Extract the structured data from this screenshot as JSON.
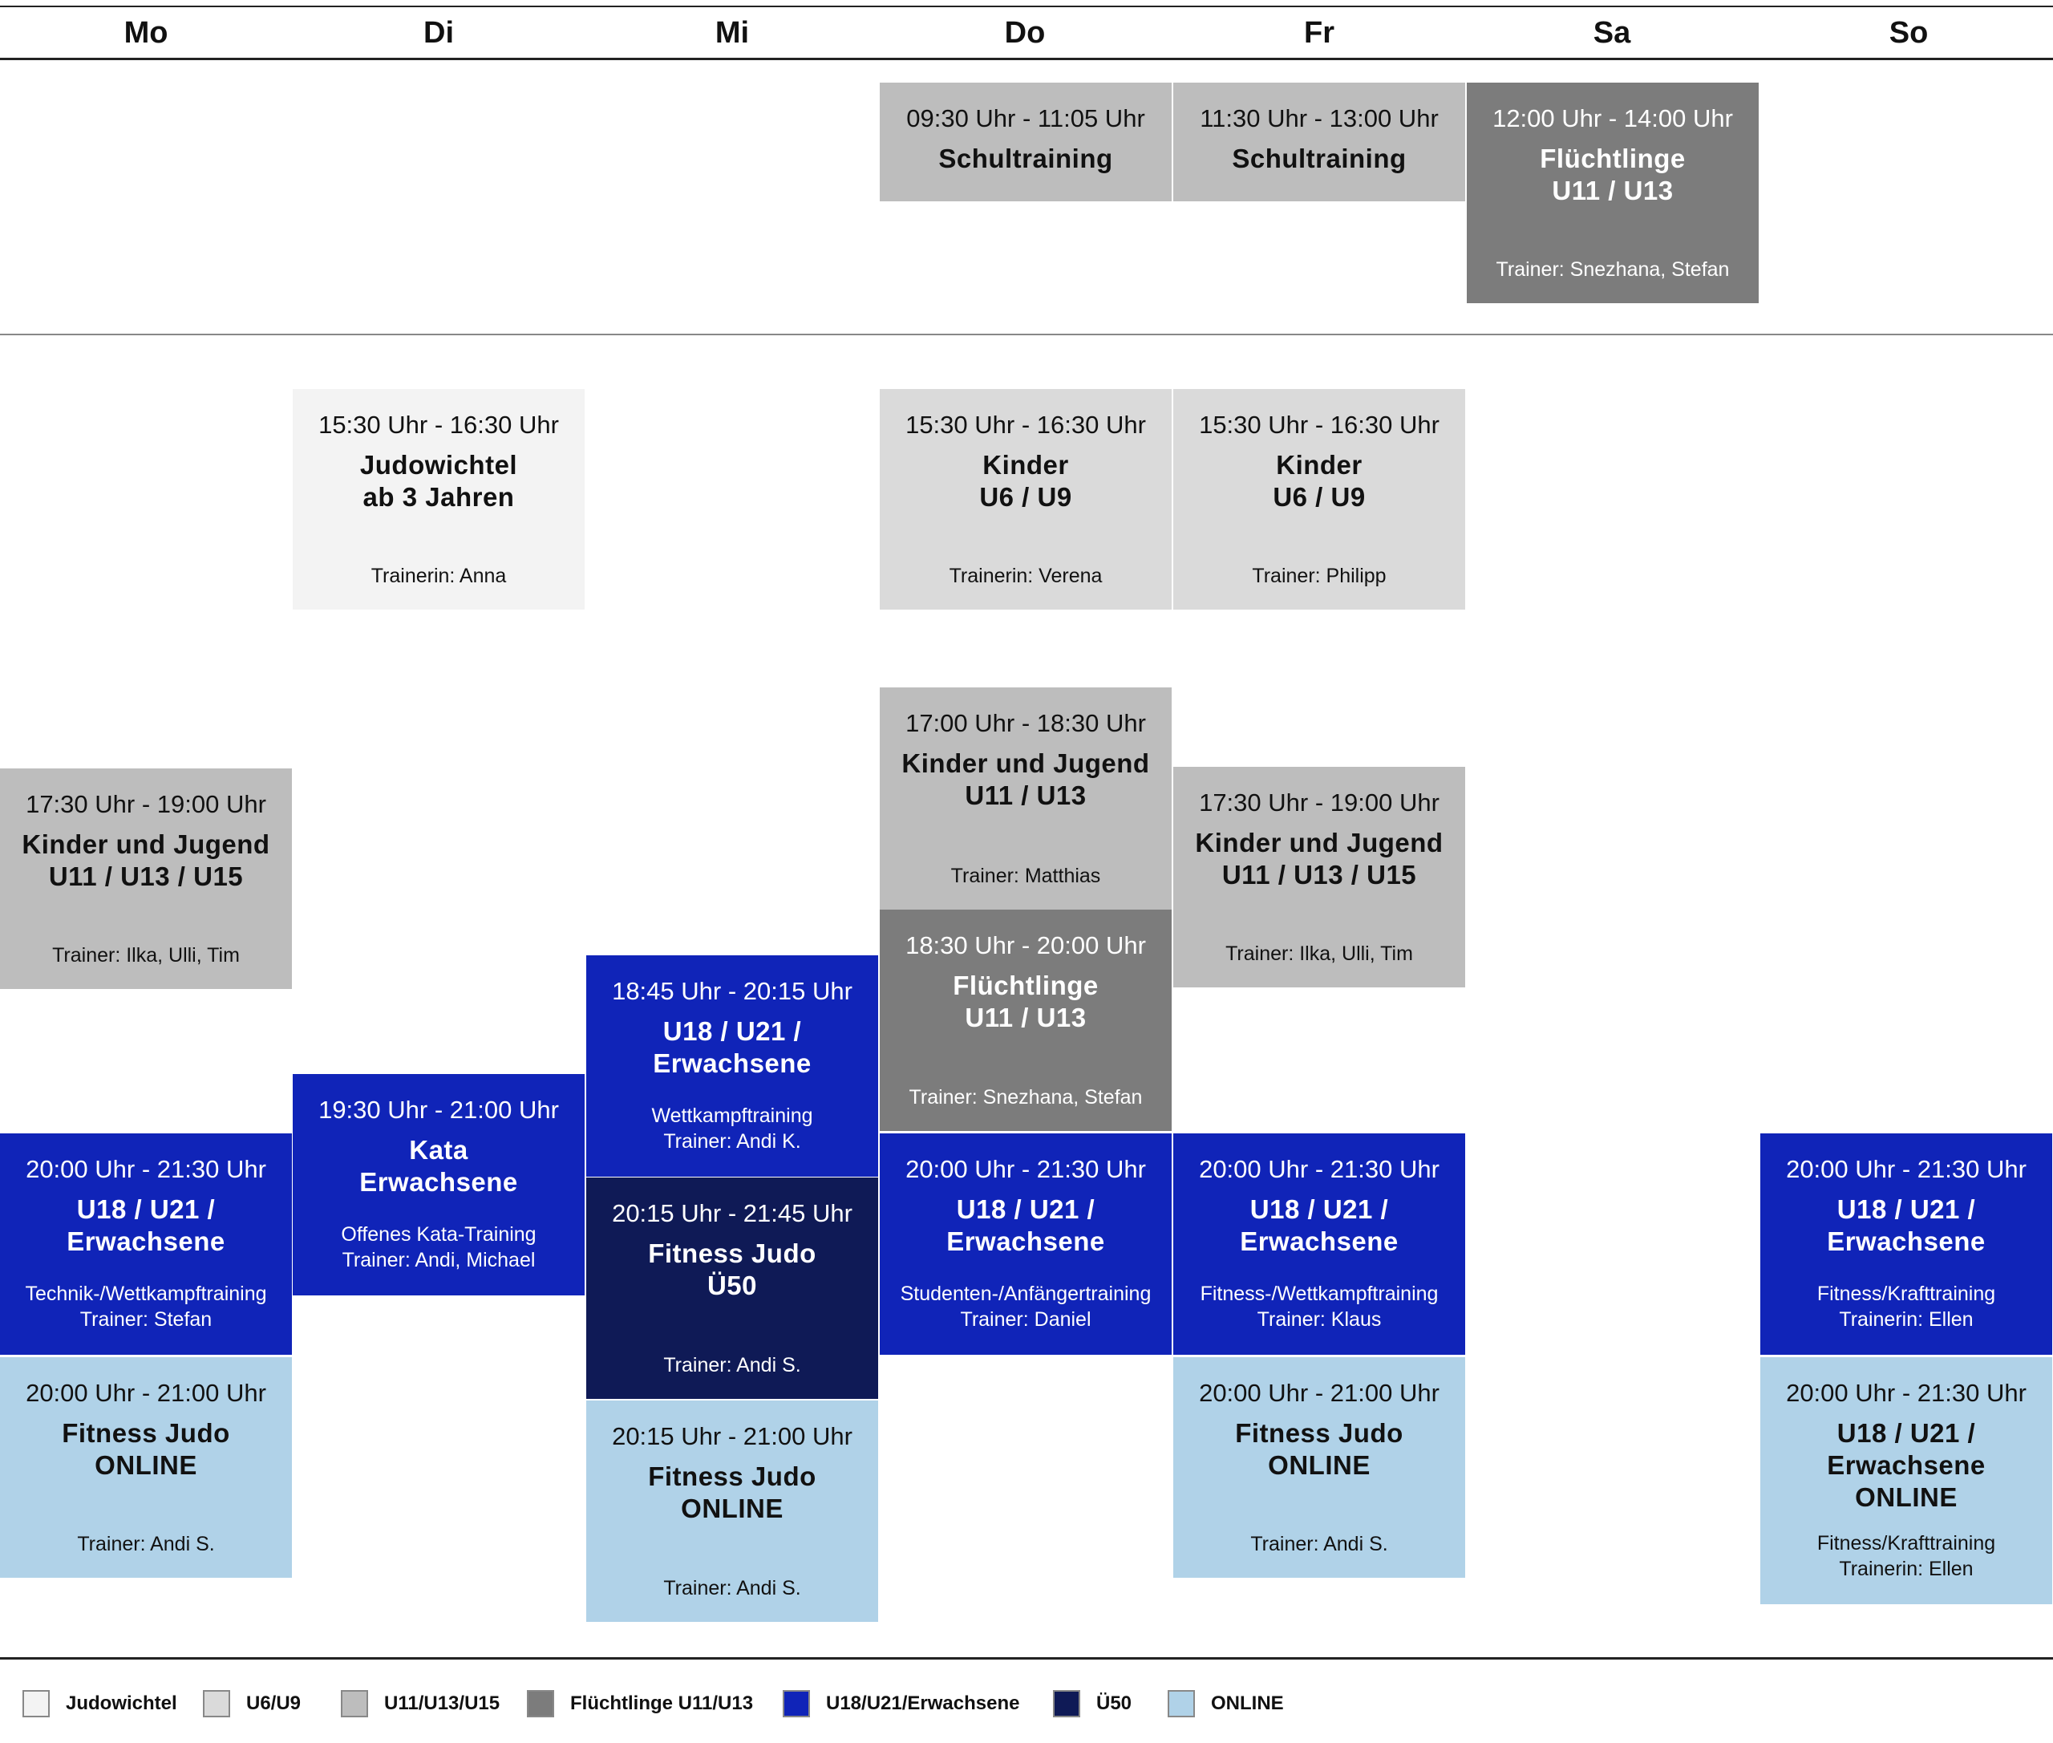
{
  "days": [
    "Mo",
    "Di",
    "Mi",
    "Do",
    "Fr",
    "Sa",
    "So"
  ],
  "slots": [
    {
      "day": "Do",
      "time": "09:30 Uhr - 11:05 Uhr",
      "title": "Schultraining",
      "desc": "",
      "trainer": "",
      "category": "Schultraining"
    },
    {
      "day": "Fr",
      "time": "11:30 Uhr - 13:00 Uhr",
      "title": "Schultraining",
      "desc": "",
      "trainer": "",
      "category": "Schultraining"
    },
    {
      "day": "Sa",
      "time": "12:00 Uhr - 14:00 Uhr",
      "title": "Flüchtlinge\nU11 / U13",
      "desc": "",
      "trainer": "Trainer: Snezhana, Stefan",
      "category": "Flüchtlinge U11/U13"
    },
    {
      "day": "Di",
      "time": "15:30 Uhr - 16:30 Uhr",
      "title": "Judowichtel\nab 3 Jahren",
      "desc": "",
      "trainer": "Trainerin: Anna",
      "category": "Judowichtel"
    },
    {
      "day": "Do",
      "time": "15:30 Uhr - 16:30 Uhr",
      "title": "Kinder\nU6 / U9",
      "desc": "",
      "trainer": "Trainerin: Verena",
      "category": "U6/U9"
    },
    {
      "day": "Fr",
      "time": "15:30 Uhr - 16:30 Uhr",
      "title": "Kinder\nU6 / U9",
      "desc": "",
      "trainer": "Trainer: Philipp",
      "category": "U6/U9"
    },
    {
      "day": "Do",
      "time": "17:00 Uhr - 18:30 Uhr",
      "title": "Kinder und Jugend\nU11 / U13",
      "desc": "",
      "trainer": "Trainer: Matthias",
      "category": "U11/U13/U15"
    },
    {
      "day": "Mo",
      "time": "17:30 Uhr - 19:00 Uhr",
      "title": "Kinder und Jugend\nU11 / U13 / U15",
      "desc": "",
      "trainer": "Trainer: Ilka, Ulli, Tim",
      "category": "U11/U13/U15"
    },
    {
      "day": "Fr",
      "time": "17:30 Uhr - 19:00 Uhr",
      "title": "Kinder und Jugend\nU11 / U13 / U15",
      "desc": "",
      "trainer": "Trainer: Ilka, Ulli, Tim",
      "category": "U11/U13/U15"
    },
    {
      "day": "Do",
      "time": "18:30 Uhr - 20:00 Uhr",
      "title": "Flüchtlinge\nU11 / U13",
      "desc": "",
      "trainer": "Trainer: Snezhana, Stefan",
      "category": "Flüchtlinge U11/U13"
    },
    {
      "day": "Mi",
      "time": "18:45 Uhr - 20:15 Uhr",
      "title": "U18 / U21 /\nErwachsene",
      "desc": "Wettkampftraining",
      "trainer": "Trainer: Andi K.",
      "category": "U18/U21/Erwachsene"
    },
    {
      "day": "Di",
      "time": "19:30 Uhr - 21:00 Uhr",
      "title": "Kata\nErwachsene",
      "desc": "Offenes Kata-Training",
      "trainer": "Trainer: Andi, Michael",
      "category": "U18/U21/Erwachsene"
    },
    {
      "day": "Mi",
      "time": "20:15 Uhr - 21:45 Uhr",
      "title": "Fitness Judo\nÜ50",
      "desc": "",
      "trainer": "Trainer: Andi S.",
      "category": "Ü50"
    },
    {
      "day": "Mo",
      "time": "20:00 Uhr - 21:30 Uhr",
      "title": "U18 / U21 /\nErwachsene",
      "desc": "Technik-/Wettkampftraining",
      "trainer": "Trainer: Stefan",
      "category": "U18/U21/Erwachsene"
    },
    {
      "day": "Do",
      "time": "20:00 Uhr - 21:30 Uhr",
      "title": "U18 / U21 /\nErwachsene",
      "desc": "Studenten-/Anfängertraining",
      "trainer": "Trainer: Daniel",
      "category": "U18/U21/Erwachsene"
    },
    {
      "day": "Fr",
      "time": "20:00 Uhr - 21:30 Uhr",
      "title": "U18 / U21 /\nErwachsene",
      "desc": "Fitness-/Wettkampftraining",
      "trainer": "Trainer: Klaus",
      "category": "U18/U21/Erwachsene"
    },
    {
      "day": "So",
      "time": "20:00 Uhr - 21:30 Uhr",
      "title": "U18 / U21 /\nErwachsene",
      "desc": "Fitness/Krafttraining",
      "trainer": "Trainerin: Ellen",
      "category": "U18/U21/Erwachsene"
    },
    {
      "day": "Mo",
      "time": "20:00 Uhr - 21:00 Uhr",
      "title": "Fitness Judo\nONLINE",
      "desc": "",
      "trainer": "Trainer: Andi S.",
      "category": "ONLINE"
    },
    {
      "day": "Mi",
      "time": "20:15 Uhr - 21:00 Uhr",
      "title": "Fitness Judo\nONLINE",
      "desc": "",
      "trainer": "Trainer: Andi S.",
      "category": "ONLINE"
    },
    {
      "day": "Fr",
      "time": "20:00 Uhr - 21:00 Uhr",
      "title": "Fitness Judo\nONLINE",
      "desc": "",
      "trainer": "Trainer: Andi S.",
      "category": "ONLINE"
    },
    {
      "day": "So",
      "time": "20:00 Uhr - 21:30 Uhr",
      "title": "U18 / U21 /\nErwachsene\nONLINE",
      "desc": "Fitness/Krafttraining",
      "trainer": "Trainerin: Ellen",
      "category": "ONLINE"
    }
  ],
  "legend": [
    {
      "label": "Judowichtel",
      "color": "#f3f3f3"
    },
    {
      "label": "U6/U9",
      "color": "#dadada"
    },
    {
      "label": "U11/U13/U15",
      "color": "#bdbdbd"
    },
    {
      "label": "Flüchtlinge U11/U13",
      "color": "#7c7c7c"
    },
    {
      "label": "U18/U21/Erwachsene",
      "color": "#1024b8"
    },
    {
      "label": "Ü50",
      "color": "#0f1a56"
    },
    {
      "label": "ONLINE",
      "color": "#b0d2e8"
    }
  ]
}
